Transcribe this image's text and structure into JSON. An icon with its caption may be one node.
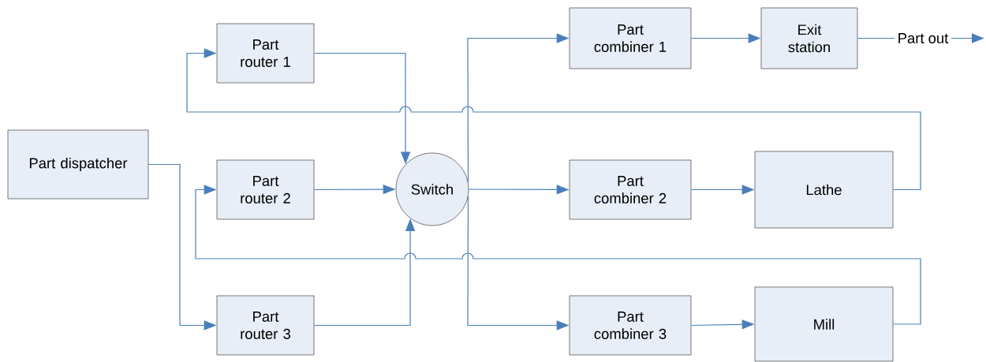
{
  "diagram": {
    "nodes": [
      {
        "text": [
          "Part dispatcher"
        ]
      },
      {
        "text": [
          "Part router 1"
        ]
      },
      {
        "text": [
          "Part router 2"
        ]
      },
      {
        "text": [
          "Part router 3"
        ]
      },
      {
        "text": [
          "Switch"
        ]
      },
      {
        "text": [
          "Part combiner 1"
        ]
      },
      {
        "text": [
          "Exit station"
        ]
      },
      {
        "text": [
          "Part combiner 2"
        ]
      },
      {
        "text": [
          "Lathe"
        ]
      },
      {
        "text": [
          "Part combiner 3"
        ]
      },
      {
        "text": [
          "Mill"
        ]
      }
    ],
    "edges": [
      {
        "from": 0,
        "to": 3,
        "arrow": "to"
      },
      {
        "from": 1,
        "to": 4,
        "arrow": "to"
      },
      {
        "from": 2,
        "to": 4,
        "arrow": "to"
      },
      {
        "from": 3,
        "to": 4,
        "arrow": "to"
      },
      {
        "from": 4,
        "to": 5,
        "arrow": "to"
      },
      {
        "from": 4,
        "to": 7,
        "arrow": "to"
      },
      {
        "from": 4,
        "to": 9,
        "arrow": "to"
      },
      {
        "from": 5,
        "to": 6,
        "arrow": "to"
      },
      {
        "from": 6,
        "to": null,
        "arrow": "to",
        "label": "Part out"
      },
      {
        "from": 7,
        "to": 8,
        "arrow": "to"
      },
      {
        "from": 9,
        "to": 10,
        "arrow": "to"
      },
      {
        "from": 8,
        "to": 1,
        "arrow": "to"
      },
      {
        "from": 10,
        "to": 2,
        "arrow": "to"
      }
    ]
  }
}
